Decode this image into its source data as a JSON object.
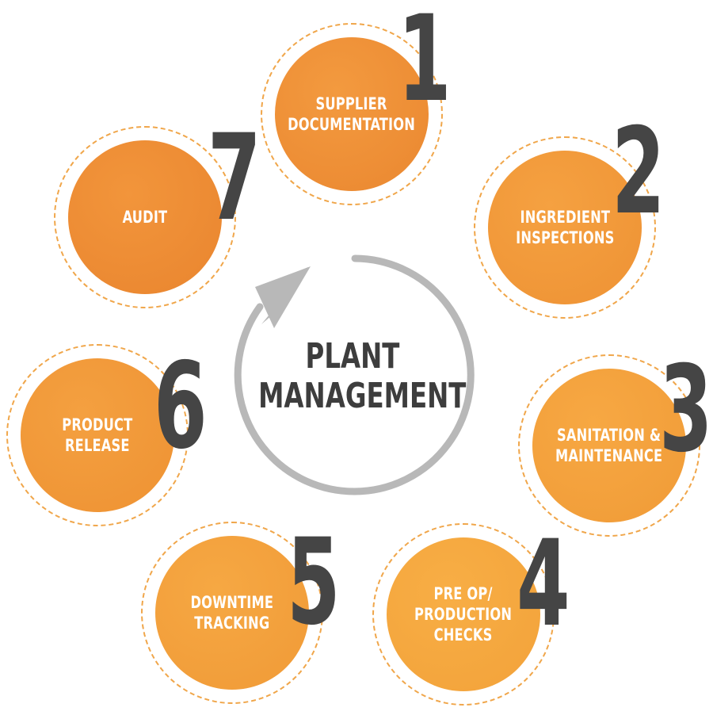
{
  "center": {
    "title": "PLANT\nMANAGEMENT",
    "arrow_icon": "cycle-arrow-icon"
  },
  "colors": {
    "circle_fill": "#f09338",
    "ring": "#f0a64a",
    "number": "#454545",
    "cycle_arrow": "#b8b8b8"
  },
  "steps": [
    {
      "number": "1",
      "label": "SUPPLIER\nDOCUMENTATION"
    },
    {
      "number": "2",
      "label": "INGREDIENT\nINSPECTIONS"
    },
    {
      "number": "3",
      "label": "SANITATION &\nMAINTENANCE"
    },
    {
      "number": "4",
      "label": "PRE OP/\nPRODUCTION\nCHECKS"
    },
    {
      "number": "5",
      "label": "DOWNTIME\nTRACKING"
    },
    {
      "number": "6",
      "label": "PRODUCT\nRELEASE"
    },
    {
      "number": "7",
      "label": "AUDIT"
    }
  ]
}
